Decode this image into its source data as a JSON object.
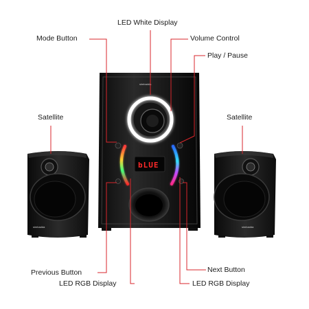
{
  "labels": {
    "led_white_display": "LED White Display",
    "mode_button": "Mode Button",
    "volume_control": "Volume Control",
    "play_pause": "Play / Pause",
    "satellite_left": "Satellite",
    "satellite_right": "Satellite",
    "previous_button": "Previous Button",
    "next_button": "Next Button",
    "led_rgb_display_left": "LED RGB Display",
    "led_rgb_display_right": "LED RGB Display"
  },
  "display_readout": "bLUE",
  "brand_text": "simbadda",
  "colors": {
    "leader_line": "#d9262b",
    "cabinet": "#1b1b1b",
    "display_red": "#ff2a2a",
    "ring_white": "#ffffff"
  }
}
